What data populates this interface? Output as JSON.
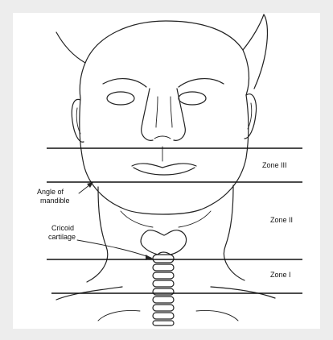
{
  "zones": [
    {
      "label": "Zone III"
    },
    {
      "label": "Zone II"
    },
    {
      "label": "Zone I"
    }
  ],
  "annotations": {
    "angle_of_mandible": [
      "Angle of",
      "mandible"
    ],
    "cricoid_cartilage": [
      "Cricoid",
      "cartilage"
    ]
  }
}
